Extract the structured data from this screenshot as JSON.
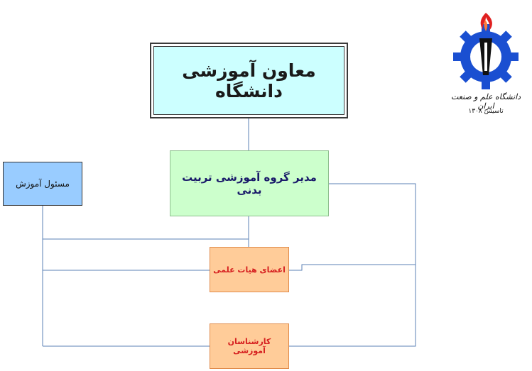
{
  "chart_data": {
    "type": "org-chart",
    "nodes": [
      {
        "id": "vice_chancellor",
        "label": "معاون آموزشی دانشگاه"
      },
      {
        "id": "group_director",
        "label": "مدیر گروه آموزشی تربیت بدنی"
      },
      {
        "id": "education_officer",
        "label": "مسئول آموزش"
      },
      {
        "id": "faculty_members",
        "label": "اعضای هیات علمی"
      },
      {
        "id": "education_experts",
        "label": "کارشناسان آموزشی"
      }
    ],
    "edges": [
      {
        "from": "vice_chancellor",
        "to": "group_director"
      },
      {
        "from": "group_director",
        "to": "faculty_members"
      },
      {
        "from": "group_director",
        "to": "education_experts"
      },
      {
        "from": "group_director",
        "to": "education_officer"
      },
      {
        "from": "education_officer",
        "to": "faculty_members"
      },
      {
        "from": "education_officer",
        "to": "education_experts"
      }
    ]
  },
  "logo": {
    "name": "دانشگاه علم و صنعت ایران",
    "founded": "تاسیس ۱۳۰۸"
  },
  "colors": {
    "top_box": "#ccffff",
    "director_box": "#ccffcc",
    "officer_box": "#99ccff",
    "staff_boxes": "#ffcc99",
    "connector": "#5b82b5",
    "logo_blue": "#1a4fd1",
    "logo_red": "#e02020"
  }
}
